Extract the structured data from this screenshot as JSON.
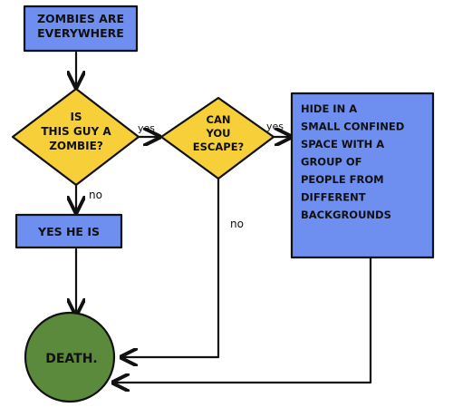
{
  "flowchart": {
    "nodes": {
      "zombies_everywhere": {
        "lines": [
          "ZOMBIES ARE",
          "EVERYWHERE"
        ]
      },
      "is_zombie": {
        "lines": [
          "IS",
          "THIS GUY A",
          "ZOMBIE?"
        ]
      },
      "can_escape": {
        "lines": [
          "CAN",
          "YOU",
          "ESCAPE?"
        ]
      },
      "hide": {
        "lines": [
          "HIDE IN A",
          "SMALL CONFINED",
          "SPACE WITH A",
          "GROUP OF",
          "PEOPLE FROM",
          "DIFFERENT",
          "BACKGROUNDS"
        ]
      },
      "yes_he_is": {
        "lines": [
          "YES HE IS"
        ]
      },
      "death": {
        "lines": [
          "DEATH."
        ]
      }
    },
    "edge_labels": {
      "zombie_yes": "yes",
      "zombie_no": "no",
      "escape_yes": "yes",
      "escape_no": "no"
    }
  },
  "colors": {
    "process_fill": "#6f8ff0",
    "decision_fill": "#f7cf39",
    "terminal_fill": "#5c8a3c"
  }
}
